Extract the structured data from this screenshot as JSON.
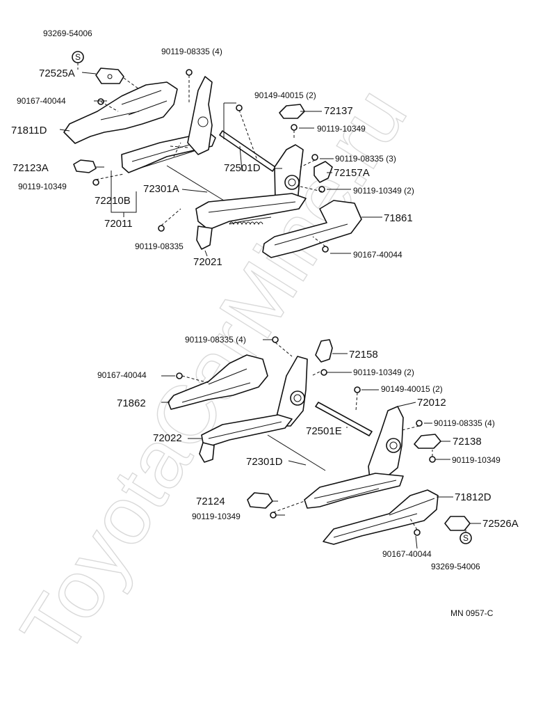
{
  "watermark": "ToyotaCarMine.ru",
  "drawing_code": "MN 0957-C",
  "s_mark": "S",
  "labels": {
    "p93269_top": "93269-54006",
    "p72525A": "72525A",
    "p90167_top": "90167-40044",
    "p71811D": "71811D",
    "p72123A": "72123A",
    "p90119_10349_left": "90119-10349",
    "p72210B": "72210B",
    "p72011": "72011",
    "p90119_08335_top4": "90119-08335 (4)",
    "p90149_top2": "90149-40015 (2)",
    "p72137": "72137",
    "p90119_10349_top": "90119-10349",
    "p72501D": "72501D",
    "p90119_08335_top3": "90119-08335 (3)",
    "p72157A": "72157A",
    "p90119_10349_top2": "90119-10349 (2)",
    "p72301A": "72301A",
    "p71861": "71861",
    "p90167_top_right": "90167-40044",
    "p90119_08335_top_single": "90119-08335",
    "p72021": "72021",
    "p90119_08335_bot4": "90119-08335 (4)",
    "p72158": "72158",
    "p90119_10349_bot2": "90119-10349 (2)",
    "p90167_bot_left": "90167-40044",
    "p90149_bot2": "90149-40015 (2)",
    "p72012": "72012",
    "p71862": "71862",
    "p90119_08335_bot4b": "90119-08335 (4)",
    "p72501E": "72501E",
    "p72138": "72138",
    "p72022": "72022",
    "p90119_10349_bot": "90119-10349",
    "p72301D": "72301D",
    "p71812D": "71812D",
    "p72124": "72124",
    "p72526A": "72526A",
    "p90119_10349_bot_left": "90119-10349",
    "p90167_bot": "90167-40044",
    "p93269_bot": "93269-54006"
  }
}
